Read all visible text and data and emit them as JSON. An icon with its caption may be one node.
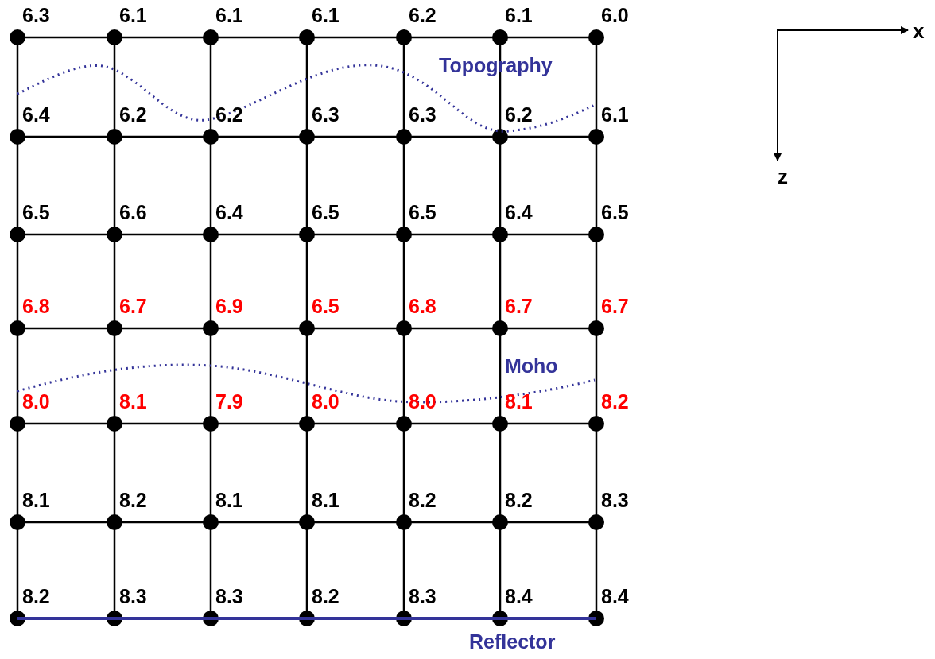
{
  "diagram": {
    "labels": [
      "6.3",
      "6.1",
      "6.1",
      "6.1",
      "6.2",
      "6.1",
      "6.0",
      "x",
      "Topography",
      "6.4",
      "6.2",
      "6.2",
      "6.3",
      "6.3",
      "6.2",
      "6.1",
      "z",
      "6.5",
      "6.6",
      "6.4",
      "6.5",
      "6.5",
      "6.4",
      "6.5",
      "6.8",
      "6.7",
      "6.9",
      "6.5",
      "6.8",
      "6.7",
      "6.7",
      "Moho",
      "8.0",
      "8.1",
      "7.9",
      "8.0",
      "8.0",
      "8.1",
      "8.2",
      "8.1",
      "8.2",
      "8.1",
      "8.1",
      "8.2",
      "8.2",
      "8.3",
      "8.2",
      "8.3",
      "8.3",
      "8.2",
      "8.3",
      "8.4",
      "8.4",
      "Reflector"
    ]
  }
}
